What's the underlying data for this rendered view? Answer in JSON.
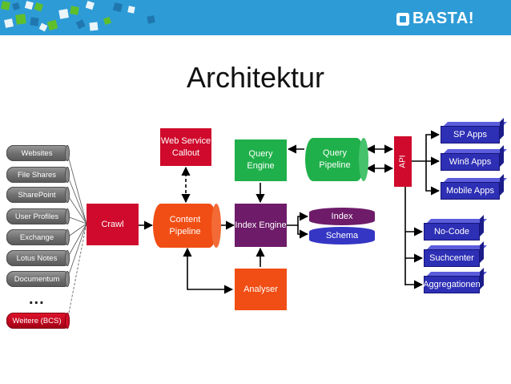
{
  "brand": {
    "name": "BASTA!",
    "banner_color": "#2d9bd6"
  },
  "slide": {
    "title": "Architektur"
  },
  "sources": [
    "Websites",
    "File Shares",
    "SharePoint",
    "User Profiles",
    "Exchange",
    "Lotus Notes",
    "Documentum"
  ],
  "ellipsis": "...",
  "sources_extra": "Weitere (BCS)",
  "nodes": {
    "crawl": "Crawl",
    "web_service_callout": "Web Service Callout",
    "content_pipeline": "Content Pipeline",
    "query_engine": "Query Engine",
    "query_pipeline": "Query Pipeline",
    "index_engine": "Index Engine",
    "analyser": "Analyser",
    "api": "API"
  },
  "index_store": [
    "Index",
    "Schema"
  ],
  "api_outputs": [
    "SP Apps",
    "Win8 Apps",
    "Mobile Apps"
  ],
  "query_outputs": [
    "No-Code",
    "Suchcenter",
    "Aggregationen"
  ],
  "colors": {
    "red": "#cf0a2c",
    "orange": "#f04e14",
    "green": "#20b04b",
    "purple": "#6e1c6a",
    "blue": "#2d2fb5",
    "gray": "#6e6e6e"
  }
}
